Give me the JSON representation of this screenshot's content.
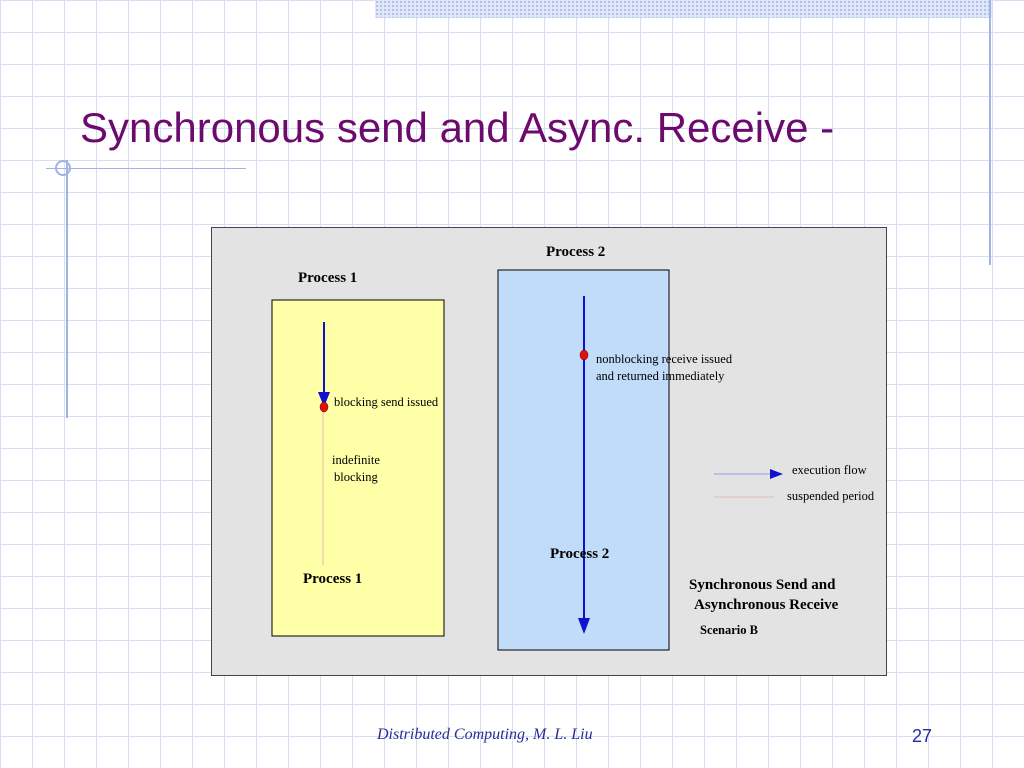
{
  "slide": {
    "title": "Synchronous send and Async. Receive -",
    "footer": "Distributed Computing, M. L. Liu",
    "page_number": "27"
  },
  "diagram": {
    "process1_top_label": "Process 1",
    "process1_bottom_label": "Process 1",
    "process2_top_label": "Process 2",
    "process2_bottom_label": "Process 2",
    "blocking_send_label": "blocking send issued",
    "indefinite_line1": "indefinite",
    "indefinite_line2": "blocking",
    "nonblocking_line1": "nonblocking receive issued",
    "nonblocking_line2": "and returned immediately",
    "legend": {
      "execution_flow": "execution flow",
      "suspended_period": "suspended period"
    },
    "caption_line1": "Synchronous Send and",
    "caption_line2": "Asynchronous Receive",
    "scenario": "Scenario B"
  },
  "colors": {
    "title": "#6d0a6d",
    "frame_bg": "#e3e3e3",
    "process1_bg": "#ffffa8",
    "process2_bg": "#c0dcf8",
    "execution_flow": "#1010d0",
    "suspended": "#e0b8b0",
    "event_dot": "#e01010"
  }
}
